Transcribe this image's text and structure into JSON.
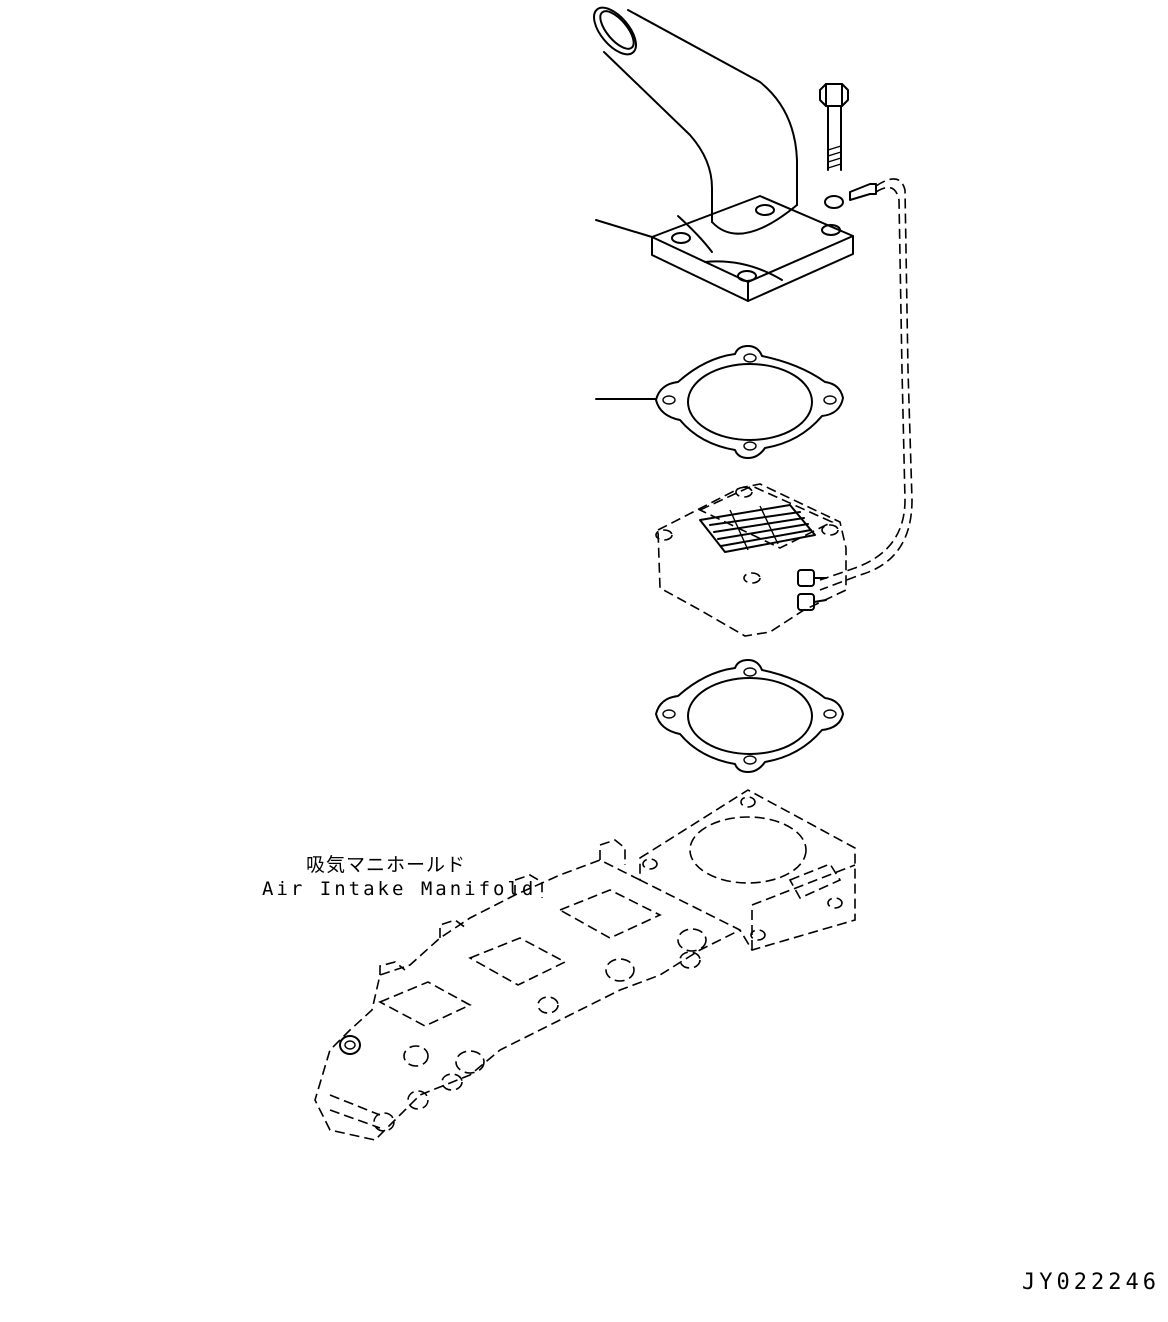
{
  "labels": {
    "manifold_jp": "吸気マニホールド",
    "manifold_en": "Air Intake Manifold"
  },
  "drawing_id": "JY022246",
  "colors": {
    "line": "#000000",
    "background": "#ffffff"
  }
}
